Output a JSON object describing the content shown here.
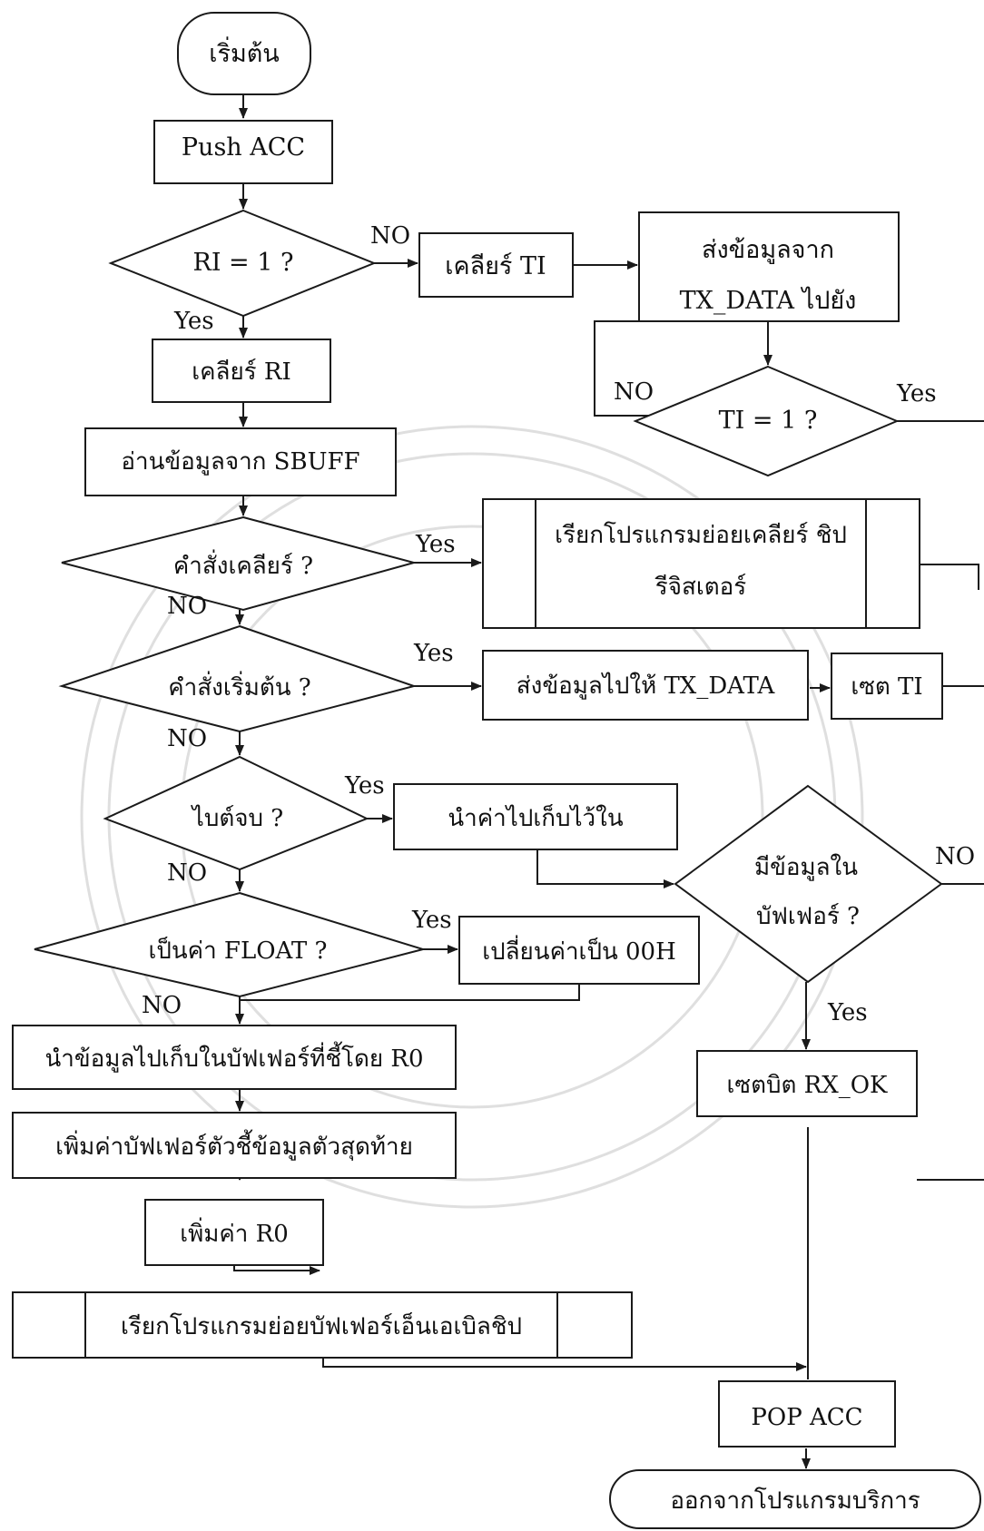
{
  "nodes": {
    "start": "เริ่มต้น",
    "push_acc": "Push ACC",
    "ri_check": "RI = 1 ?",
    "clear_ti": "เคลียร์ TI",
    "send_tx_1": "ส่งข้อมูลจาก",
    "send_tx_2": "TX_DATA ไปยัง",
    "ti_check": "TI = 1 ?",
    "clear_ri": "เคลียร์ RI",
    "read_sbuff": "อ่านข้อมูลจาก SBUFF",
    "cmd_clear": "คำสั่งเคลียร์ ?",
    "call_clear_1": "เรียกโปรแกรมย่อยเคลียร์ ชิป",
    "call_clear_2": "รีจิสเตอร์",
    "cmd_start": "คำสั่งเริ่มต้น ?",
    "send_to_tx": "ส่งข้อมูลไปให้ TX_DATA",
    "set_ti": "เซต TI",
    "end_byte": "ไบต์จบ ?",
    "store_value": "นำค่าไปเก็บไว้ใน",
    "has_data_1": "มีข้อมูลใน",
    "has_data_2": "บัฟเฟอร์ ?",
    "is_float": "เป็นค่า FLOAT ?",
    "change_00h": "เปลี่ยนค่าเป็น 00H",
    "store_buffer": "นำข้อมูลไปเก็บในบัฟเฟอร์ที่ชี้โดย R0",
    "inc_last_ptr": "เพิ่มค่าบัฟเฟอร์ตัวชี้ข้อมูลตัวสุดท้าย",
    "set_rx_ok": "เซตบิต RX_OK",
    "inc_r0": "เพิ่มค่า R0",
    "call_buffer_enable": "เรียกโปรแกรมย่อยบัฟเฟอร์เอ็นเอเบิลชิป",
    "pop_acc": "POP ACC",
    "exit": "ออกจากโปรแกรมบริการ"
  },
  "labels": {
    "no_ri": "NO",
    "yes_ri": "Yes",
    "no_ti": "NO",
    "yes_ti": "Yes",
    "yes_clear": "Yes",
    "no_clear": "NO",
    "yes_start": "Yes",
    "no_start": "NO",
    "yes_end": "Yes",
    "no_end": "NO",
    "no_buffer": "NO",
    "yes_float": "Yes",
    "no_float": "NO",
    "yes_buffer": "Yes"
  }
}
